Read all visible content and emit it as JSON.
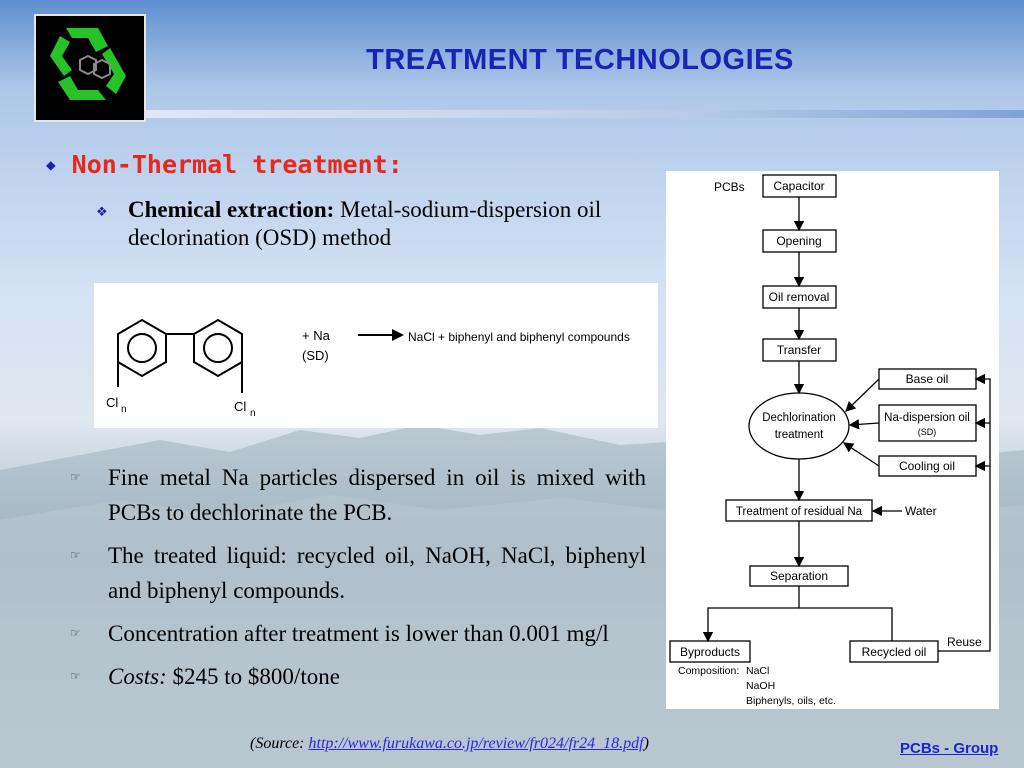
{
  "title": "TREATMENT TECHNOLOGIES",
  "main_bullet": "Non-Thermal treatment:",
  "sub_bullet": {
    "label": "Chemical extraction:",
    "text": "Metal-sodium-dispersion oil declorination (OSD) method"
  },
  "reaction": {
    "left_sub": "Cl",
    "left_n": "n",
    "right_sub": "Cl",
    "right_n": "n",
    "reagent_line1": "+ Na",
    "reagent_line2": "(SD)",
    "product": "NaCl + biphenyl and biphenyl compounds"
  },
  "points": [
    {
      "text": "Fine metal Na particles dispersed in oil is mixed with PCBs to dechlorinate the PCB."
    },
    {
      "text": "The treated liquid: recycled oil, NaOH, NaCl, biphenyl and biphenyl compounds."
    },
    {
      "text": "Concentration after treatment is lower than 0.001 mg/l"
    },
    {
      "label": "Costs:",
      "text": "$245 to $800/tone"
    }
  ],
  "source": {
    "prefix": "(Source: ",
    "link": "http://www.furukawa.co.jp/review/fr024/fr24_18.pdf",
    "suffix": ")"
  },
  "footer": "PCBs - Group",
  "flowchart": {
    "input_label": "PCBs",
    "steps": [
      "Capacitor",
      "Opening",
      "Oil removal",
      "Transfer"
    ],
    "process": [
      "Dechlorination",
      "treatment"
    ],
    "inputs": [
      "Base oil",
      "Na-dispersion oil",
      "(SD)",
      "Cooling oil"
    ],
    "residual": "Treatment of residual Na",
    "water": "Water",
    "separation": "Separation",
    "byproducts": "Byproducts",
    "recycled": "Recycled oil",
    "reuse": "Reuse",
    "composition_label": "Composition:",
    "composition": [
      "NaCl",
      "NaOH",
      "Biphenyls, oils, etc."
    ]
  },
  "colors": {
    "title": "#1a24b4",
    "main_bullet": "#e8281a",
    "link": "#2a2adc"
  },
  "icons": {
    "logo": "recycle-logo-icon",
    "main_bullet": "diamond-bullet-icon",
    "sub_bullet": "four-diamond-bullet-icon",
    "points": "pointing-hand-icon"
  }
}
